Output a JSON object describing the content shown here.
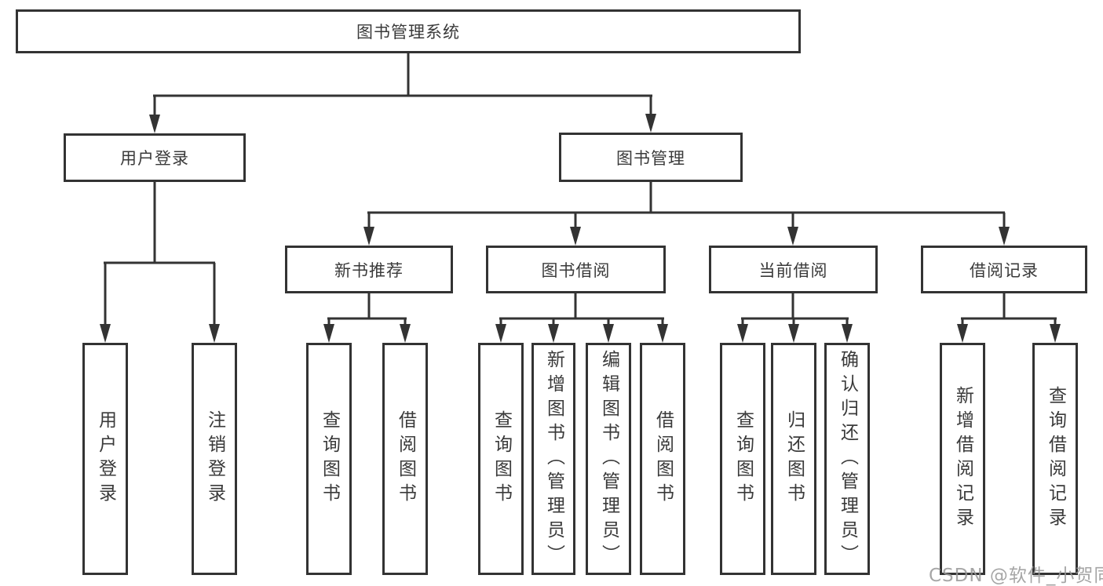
{
  "diagram": {
    "root": {
      "label": "图书管理系统"
    },
    "children": [
      {
        "label": "用户登录",
        "children": [
          {
            "label": "用户登录"
          },
          {
            "label": "注销登录"
          }
        ]
      },
      {
        "label": "图书管理",
        "children": [
          {
            "label": "新书推荐",
            "children": [
              {
                "label": "查询图书"
              },
              {
                "label": "借阅图书"
              }
            ]
          },
          {
            "label": "图书借阅",
            "children": [
              {
                "label": "查询图书"
              },
              {
                "label": "新增图书（管理员）"
              },
              {
                "label": "编辑图书（管理员）"
              },
              {
                "label": "借阅图书"
              }
            ]
          },
          {
            "label": "当前借阅",
            "children": [
              {
                "label": "查询图书"
              },
              {
                "label": "归还图书"
              },
              {
                "label": "确认归还（管理员）"
              }
            ]
          },
          {
            "label": "借阅记录",
            "children": [
              {
                "label": "新增借阅记录"
              },
              {
                "label": "查询借阅记录"
              }
            ]
          }
        ]
      }
    ]
  },
  "watermark": {
    "text": "CSDN @软件_小贺同学"
  },
  "colors": {
    "line": "#333333",
    "text": "#3a3a3a",
    "watermark": "#969696"
  }
}
